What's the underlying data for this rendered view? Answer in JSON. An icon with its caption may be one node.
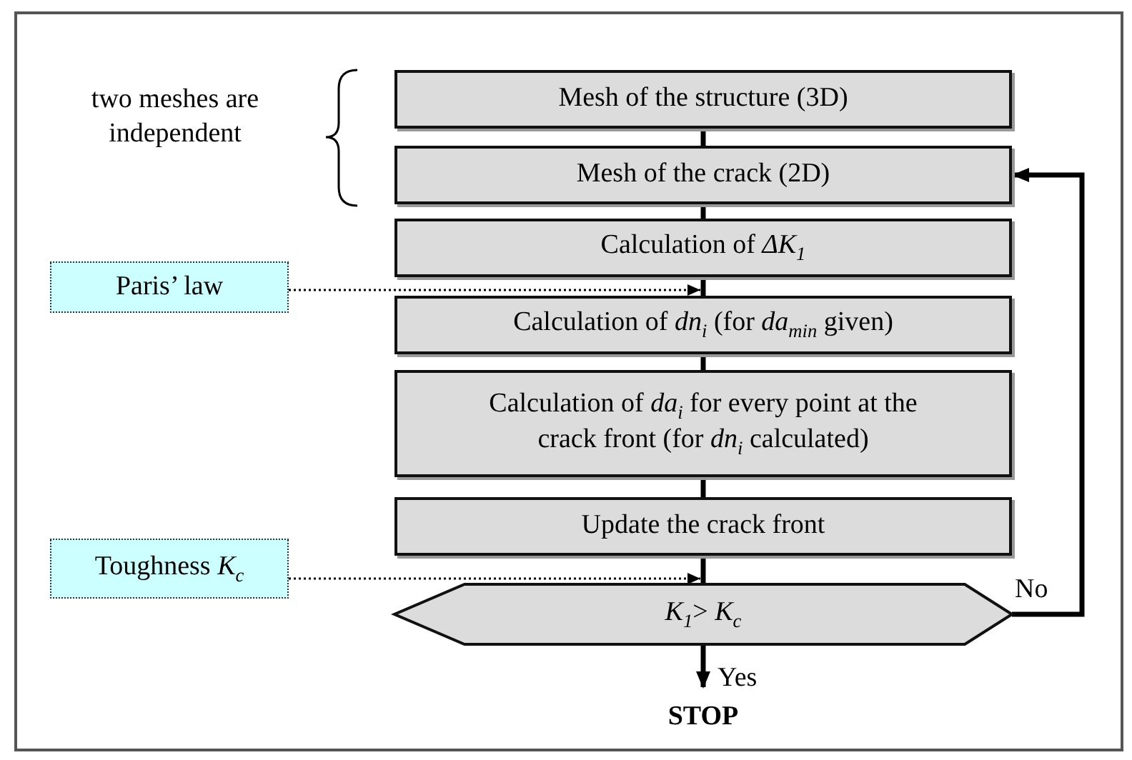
{
  "diagram": {
    "nodes": [
      {
        "text": [
          "Mesh of the structure (3D)"
        ]
      },
      {
        "text": [
          "Mesh of the crack (2D)"
        ]
      },
      {
        "text": [
          "Calculation of *ΔK*$_{1}$"
        ]
      },
      {
        "text": [
          "Calculation of *dn*$_{i}$ (for *da*$_{min}$ given)"
        ]
      },
      {
        "text": [
          "Calculation of *da*$_{i}$ for every point at the crack front (for *dn*$_{i}$ calculated)"
        ]
      },
      {
        "text": [
          "Update the crack front"
        ]
      },
      {
        "text": [
          "*K*$_{1}$> *K*$_{c}$"
        ]
      },
      {
        "text": [
          "STOP"
        ]
      },
      {
        "text": [
          "Paris’ law"
        ]
      },
      {
        "text": [
          "Toughness *K*$_{c}$"
        ]
      }
    ],
    "edges": [
      {
        "from": 0,
        "to": 1,
        "arrow": "none"
      },
      {
        "from": 1,
        "to": 2,
        "arrow": "none"
      },
      {
        "from": 2,
        "to": 3,
        "arrow": "none"
      },
      {
        "from": 3,
        "to": 4,
        "arrow": "none"
      },
      {
        "from": 4,
        "to": 5,
        "arrow": "none"
      },
      {
        "from": 5,
        "to": 6,
        "arrow": "none"
      },
      {
        "from": 6,
        "to": 1,
        "arrow": "to",
        "label": "No"
      },
      {
        "from": 6,
        "to": 7,
        "arrow": "to",
        "label": "Yes"
      },
      {
        "from": 8,
        "to": 3,
        "arrow": "to",
        "style": "dashed"
      },
      {
        "from": 9,
        "to": 6,
        "arrow": "to",
        "style": "dashed"
      }
    ],
    "labels": [
      "two meshes are independent"
    ]
  }
}
